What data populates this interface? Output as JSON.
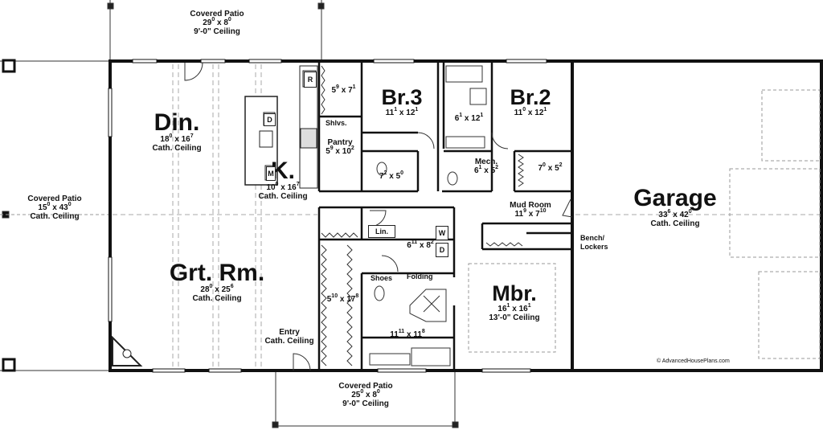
{
  "rooms": {
    "patio_top": {
      "name": "Covered Patio",
      "w": "29",
      "ws": "0",
      "h": "8",
      "hs": "0",
      "ceiling": "9'-0\" Ceiling"
    },
    "patio_left": {
      "name": "Covered Patio",
      "w": "15",
      "ws": "0",
      "h": "43",
      "hs": "0",
      "ceiling": "Cath. Ceiling"
    },
    "patio_bottom": {
      "name": "Covered Patio",
      "w": "25",
      "ws": "0",
      "h": "8",
      "hs": "0",
      "ceiling": "9'-0\" Ceiling"
    },
    "dining": {
      "name": "Din.",
      "w": "18",
      "ws": "0",
      "h": "16",
      "hs": "7",
      "ceiling": "Cath. Ceiling"
    },
    "kitchen": {
      "name": "K.",
      "w": "10",
      "ws": "0",
      "h": "16",
      "hs": "7",
      "ceiling": "Cath. Ceiling"
    },
    "great_room": {
      "name": "Grt. Rm.",
      "w": "28",
      "ws": "0",
      "h": "25",
      "hs": "6",
      "ceiling": "Cath. Ceiling"
    },
    "entry": {
      "name": "Entry",
      "ceiling": "Cath. Ceiling"
    },
    "pantry": {
      "name": "Pantry",
      "w": "5",
      "ws": "9",
      "h": "10",
      "hs": "2"
    },
    "closet_top": {
      "w": "5",
      "ws": "9",
      "h": "7",
      "hs": "1"
    },
    "bath_mid": {
      "w": "7",
      "ws": "2",
      "h": "5",
      "hs": "0"
    },
    "br3": {
      "name": "Br.3",
      "w": "11",
      "ws": "1",
      "h": "12",
      "hs": "1"
    },
    "bath2": {
      "w": "6",
      "ws": "1",
      "h": "12",
      "hs": "1"
    },
    "br2": {
      "name": "Br.2",
      "w": "11",
      "ws": "0",
      "h": "12",
      "hs": "1"
    },
    "mech": {
      "name": "Mech.",
      "w": "6",
      "ws": "1",
      "h": "5",
      "hs": "2"
    },
    "closet_br2": {
      "w": "7",
      "ws": "0",
      "h": "5",
      "hs": "2"
    },
    "mud_room": {
      "name": "Mud Room",
      "w": "11",
      "ws": "9",
      "h": "7",
      "hs": "10"
    },
    "laundry": {
      "w": "6",
      "ws": "11",
      "h": "8",
      "hs": "2"
    },
    "master_closet": {
      "w": "5",
      "ws": "10",
      "h": "17",
      "hs": "8"
    },
    "master_bath": {
      "w": "11",
      "ws": "11",
      "h": "11",
      "hs": "8"
    },
    "master": {
      "name": "Mbr.",
      "w": "16",
      "ws": "1",
      "h": "16",
      "hs": "1",
      "ceiling": "13'-0\" Ceiling"
    },
    "garage": {
      "name": "Garage",
      "w": "33",
      "ws": "6",
      "h": "42",
      "hs": "0",
      "ceiling": "Cath. Ceiling"
    }
  },
  "labels": {
    "shelves": "Shlvs.",
    "linen": "Lin.",
    "shoes": "Shoes",
    "folding": "Folding",
    "bench": "Bench/",
    "lockers": "Lockers",
    "fridge": "R",
    "dishwasher": "D",
    "microwave": "M",
    "washer": "W",
    "dryer": "D"
  },
  "copyright": "AdvancedHousePlans.com"
}
